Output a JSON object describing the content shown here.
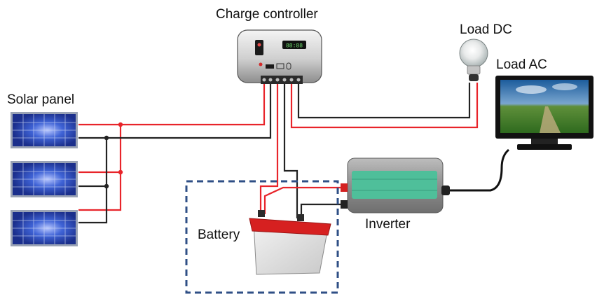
{
  "labels": {
    "charge_controller": "Charge controller",
    "load_dc": "Load DC",
    "load_ac": "Load AC",
    "solar_panel": "Solar panel",
    "battery": "Battery",
    "inverter": "Inverter"
  },
  "controller": {
    "display": "88:88"
  },
  "colors": {
    "positive_wire": "#e8242a",
    "negative_wire": "#222222",
    "panel_blue": "#1f3fa8",
    "panel_frame": "#9aa3b5",
    "battery_cap": "#d62020",
    "inverter_green": "#4fbf9a",
    "inverter_body": "#9c9c9c",
    "dashed_box": "#2f4f86"
  }
}
